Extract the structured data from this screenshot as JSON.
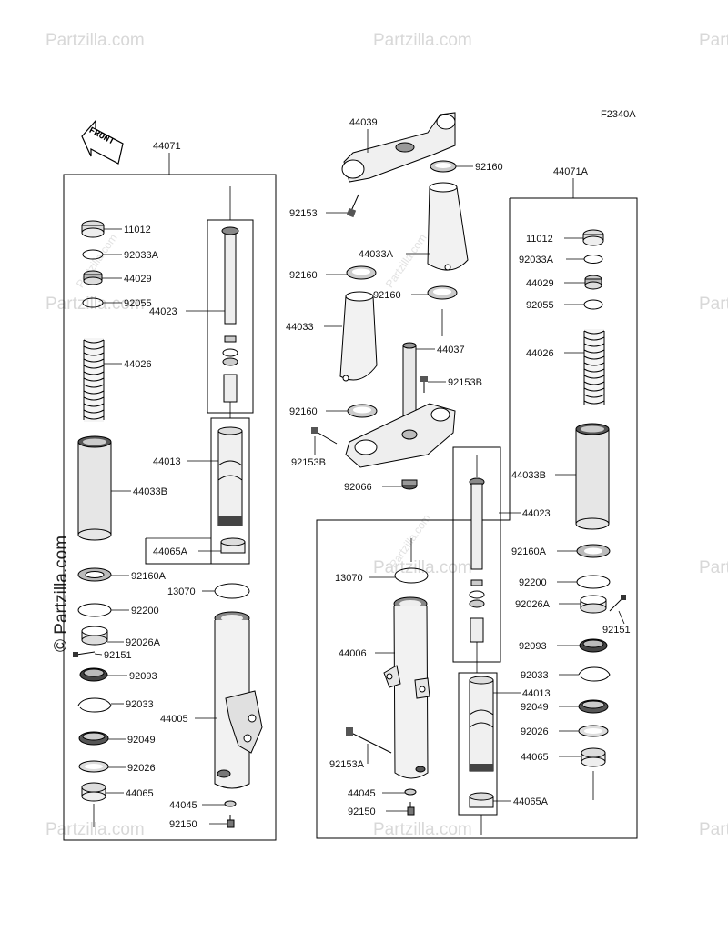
{
  "diagram_code": "F2340A",
  "watermark_vertical": "© Partzilla.com",
  "watermark_text": "Partzilla.com",
  "front_label": "FRONT",
  "groups": {
    "left_assembly": "44071",
    "right_assembly": "44071A"
  },
  "labels": {
    "l44071": "44071",
    "l11012": "11012",
    "l92033A": "92033A",
    "l44029": "44029",
    "l92055": "92055",
    "l44023": "44023",
    "l44026": "44026",
    "l44013": "44013",
    "l44033B": "44033B",
    "l44065A": "44065A",
    "l92160A": "92160A",
    "l13070": "13070",
    "l92200": "92200",
    "l92026A": "92026A",
    "l92151": "92151",
    "l92093": "92093",
    "l92033": "92033",
    "l44005": "44005",
    "l92049": "92049",
    "l92026": "92026",
    "l44065": "44065",
    "l44045": "44045",
    "l92150": "92150",
    "c44039": "44039",
    "c92160a": "92160",
    "c92153": "92153",
    "c44033A": "44033A",
    "c92160b": "92160",
    "c92160c": "92160",
    "c44033": "44033",
    "c44037": "44037",
    "c92153B_a": "92153B",
    "c92160d": "92160",
    "c92153B_b": "92153B",
    "c92066": "92066",
    "r44071A": "44071A",
    "r11012": "11012",
    "r92033A": "92033A",
    "r44029": "44029",
    "r92055": "92055",
    "r44026": "44026",
    "r44033B": "44033B",
    "r44023": "44023",
    "r13070": "13070",
    "r92160A": "92160A",
    "r92200": "92200",
    "r92026A": "92026A",
    "r92151": "92151",
    "r44006": "44006",
    "r92093": "92093",
    "r92033": "92033",
    "r44013": "44013",
    "r92049": "92049",
    "r92153A": "92153A",
    "r92026": "92026",
    "r44065": "44065",
    "r44045": "44045",
    "r92150": "92150",
    "r44065A": "44065A"
  }
}
